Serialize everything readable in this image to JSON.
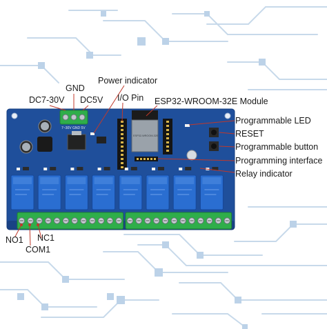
{
  "colors": {
    "pcb": "#1f4f9b",
    "pcb_edge": "#173f80",
    "relay": "#2a6ed1",
    "terminal": "#2fae4a",
    "leader": "#c0392b",
    "circuit_bg": "#c7d9ea",
    "text": "#1a1a1a"
  },
  "labels": {
    "gnd": "GND",
    "dc7_30v": "DC7-30V",
    "dc5v": "DC5V",
    "power_indicator": "Power indicator",
    "io_pin": "I/O Pin",
    "esp32_module": "ESP32-WROOM-32E Module",
    "programmable_led": "Programmable LED",
    "reset": "RESET",
    "programmable_button": "Programmable button",
    "programming_interface": "Programming interface",
    "relay_indicator": "Relay indicator",
    "no1": "NO1",
    "com1": "COM1",
    "nc1": "NC1"
  },
  "board": {
    "relay_count": 8,
    "terminal_silk": "7~30V GND 5V",
    "module_text": "ESP32-WROOM-32E"
  }
}
